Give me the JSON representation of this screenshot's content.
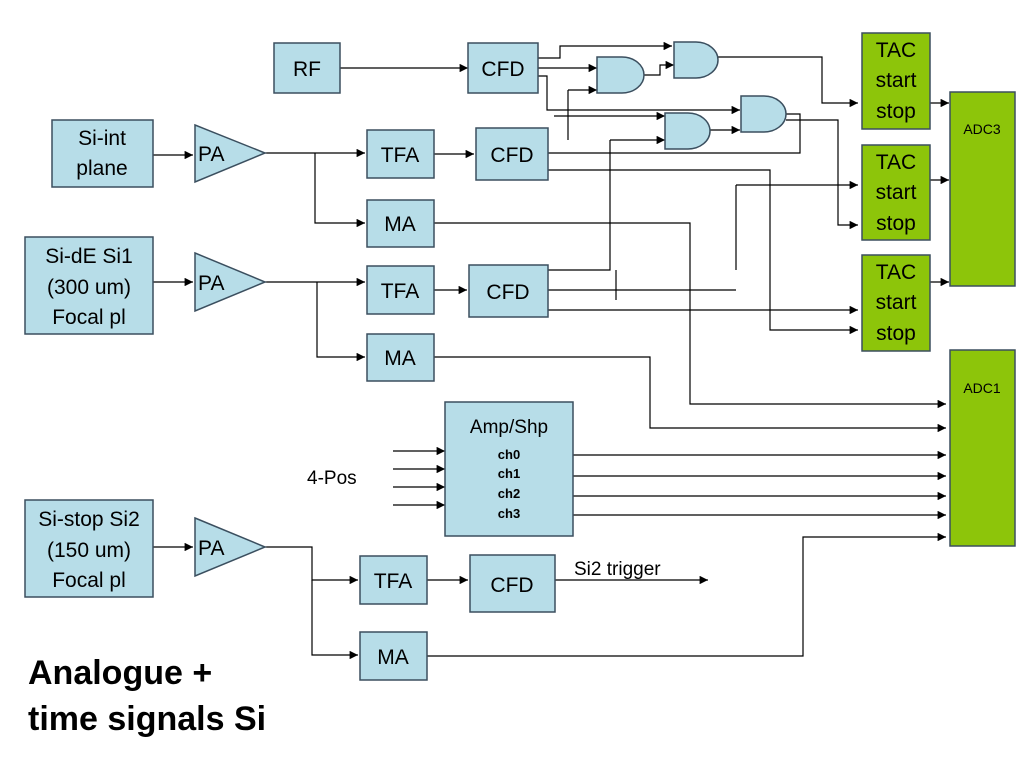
{
  "blocks": {
    "rf": "RF",
    "cfd": "CFD",
    "tfa": "TFA",
    "ma": "MA",
    "pa": "PA",
    "tac_start": "TAC",
    "tac_line2": "start",
    "tac_line3": "stop",
    "adc3": "ADC3",
    "adc1": "ADC1",
    "amp_shp": "Amp/Shp",
    "ch0": "ch0",
    "ch1": "ch1",
    "ch2": "ch2",
    "ch3": "ch3"
  },
  "detectors": {
    "si_int_l1": "Si-int",
    "si_int_l2": "plane",
    "si_de_l1": "Si-dE Si1",
    "si_de_l2": "(300 um)",
    "si_de_l3": "Focal pl",
    "si_stop_l1": "Si-stop Si2",
    "si_stop_l2": "(150 um)",
    "si_stop_l3": "Focal pl"
  },
  "labels": {
    "four_pos": "4-Pos",
    "si2_trigger": "Si2 trigger"
  },
  "title": {
    "line1": "Analogue +",
    "line2": "time signals Si"
  }
}
